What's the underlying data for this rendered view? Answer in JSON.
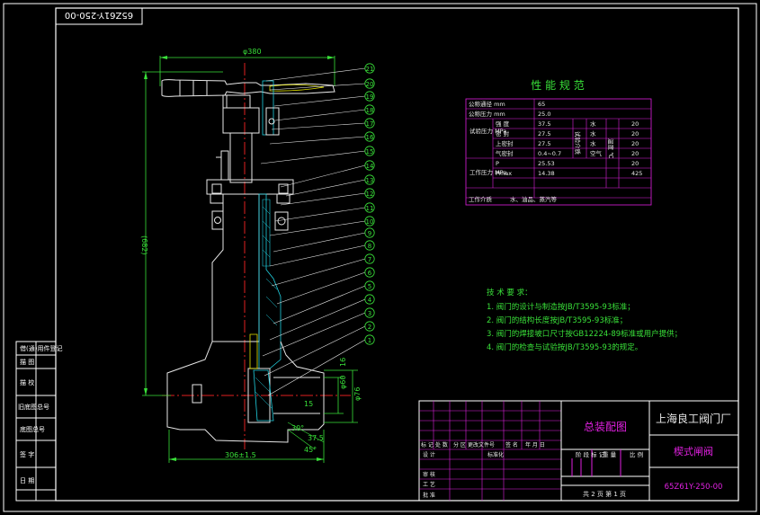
{
  "drawing": {
    "code_top": "65Z61Y-250-00",
    "code_bottom": "65Z61Y-250-00",
    "title_assembly": "总装配图",
    "company": "上海良工阀门厂",
    "product": "楔式闸阀",
    "scale_row": "共 2 页     第 1 页"
  },
  "dimensions": {
    "width_top": "φ380",
    "height": "(682)",
    "bottom_width": "306±1.5",
    "d60": "φ60",
    "d76": "φ76",
    "d15": "15",
    "d16": "16",
    "a30": "30°",
    "a375": "37.5",
    "a45": "45°"
  },
  "parts": [
    "21",
    "20",
    "19",
    "18",
    "17",
    "16",
    "15",
    "14",
    "13",
    "12",
    "11",
    "10",
    "9",
    "8",
    "7",
    "6",
    "5",
    "4",
    "3",
    "2",
    "1"
  ],
  "spec": {
    "title": "性 能 规 范",
    "rows": [
      {
        "label": "公称通径 mm",
        "value": "65",
        "extra": []
      },
      {
        "label": "公称压力 mm",
        "value": "25.0",
        "extra": []
      },
      {
        "label": "强 度",
        "value": "37.5",
        "extra": [
          "水",
          "20"
        ]
      },
      {
        "label": "密 封",
        "value": "27.5",
        "extra": [
          "水",
          "20"
        ]
      },
      {
        "label": "上密封",
        "value": "27.5",
        "extra": [
          "水",
          "20"
        ]
      },
      {
        "label": "气密封",
        "value": "0.4~0.7",
        "extra": [
          "空气",
          "20"
        ]
      },
      {
        "label": "P",
        "value": "25.53",
        "extra": [
          "",
          "20"
        ]
      },
      {
        "label": "Pmax",
        "value": "14.38",
        "extra": [
          "",
          "425"
        ]
      }
    ],
    "side_test": "试验压力 MPa",
    "side_work": "工作压力 MPa",
    "medium_label": "试验介质",
    "temp_label": "温度 ℃",
    "work_medium_label": "工作介质",
    "work_medium": "水、油品、蒸汽等"
  },
  "requirements": {
    "title": "技 术 要 求：",
    "items": [
      "1. 阀门的设计与制造按JB/T3595-93标准；",
      "2. 阀门的结构长度按JB/T3595-93标准；",
      "3. 阀门的焊接坡口尺寸按GB12224-89标准或用户提供；",
      "4. 阀门的检查与试验按JB/T3595-93的规定。"
    ]
  },
  "left_table": [
    "借(通)用件登记",
    "描 图",
    "描 校",
    "旧底图总号",
    "底图总号",
    "签 字",
    "日 期"
  ],
  "title_block": {
    "header_cells": [
      "标 记",
      "处 数",
      "分 区",
      "更改文件号",
      "签 名",
      "年 月 日"
    ],
    "role_rows": [
      "设 计",
      "标准化",
      "审 核",
      "工 艺",
      "批 准"
    ],
    "stage_cells": [
      "阶 段 标 记",
      "重 量",
      "比 例"
    ]
  }
}
